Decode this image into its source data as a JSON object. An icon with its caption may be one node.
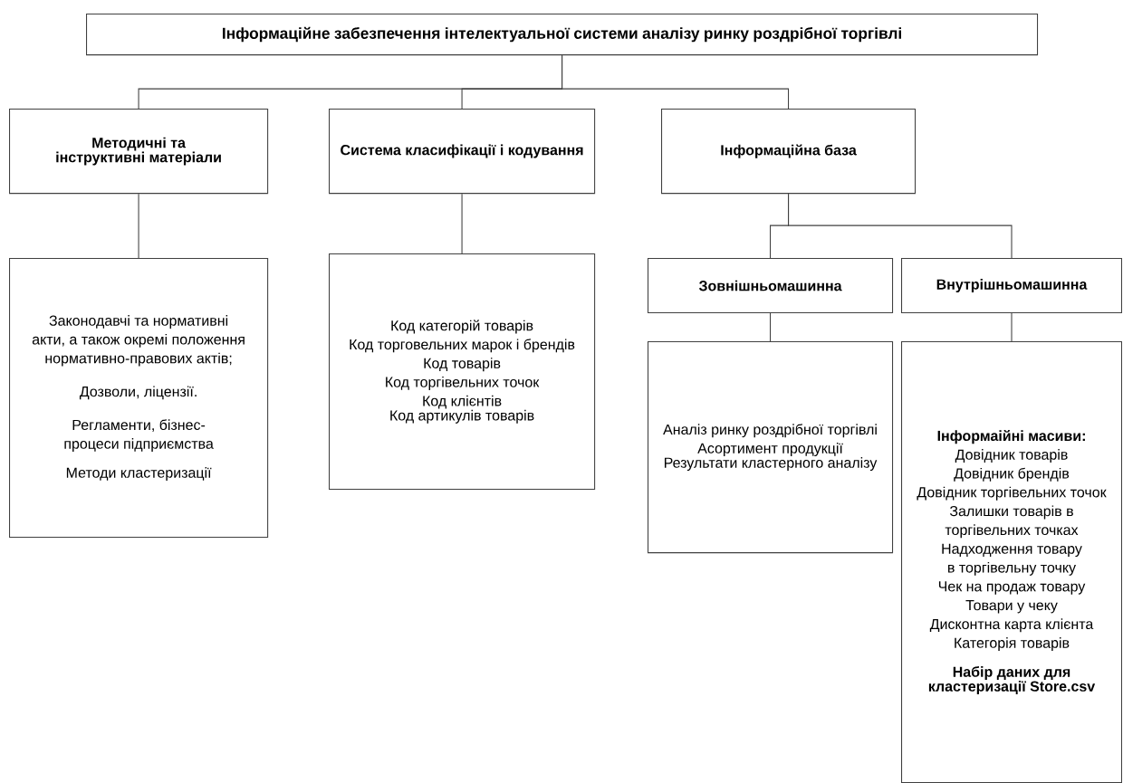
{
  "diagram": {
    "nodes": [
      {
        "text": [
          "Інформаційне забезпечення інтелектуальної системи аналізу ринку роздрібної торгівлі"
        ]
      },
      {
        "text": [
          "Методичні та інструктивні матеріали"
        ]
      },
      {
        "text": [
          "Система класифікації і кодування"
        ]
      },
      {
        "text": [
          "Інформаційна база"
        ]
      },
      {
        "text": [
          "Законодавчі та нормативні акти, а також окремі положення нормативно-правових актів;",
          "Дозволи, ліцензії.",
          "Регламенти, бізнес-процеси підприємства",
          "Методи кластеризації"
        ]
      },
      {
        "text": [
          "Код категорій товарів",
          "Код торговельних марок і брендів",
          "Код товарів",
          "Код торгівельних точок",
          "Код клієнтів",
          "Код артикулів товарів"
        ]
      },
      {
        "text": [
          "Зовнішньомашинна"
        ]
      },
      {
        "text": [
          "Внутрішньомашинна"
        ]
      },
      {
        "text": [
          "Аналіз ринку роздрібної торгівлі",
          "Асортимент продукції",
          "Результати кластерного аналізу"
        ]
      },
      {
        "text": [
          "Інформаійні масиви:",
          "Довідник товарів",
          "Довідник брендів",
          "Довідник торгівельних точок",
          "Залишки товарів в торгівельних точках",
          "Надходження товару в торгівельну точку",
          "Чек на продаж товару",
          "Товари у чеку",
          "Дисконтна карта клієнта",
          "Категорія товарів",
          "Набір даних для кластеризації Store.csv"
        ]
      }
    ],
    "edges": [
      {
        "from": 0,
        "to": 1,
        "arrow": "none"
      },
      {
        "from": 0,
        "to": 2,
        "arrow": "none"
      },
      {
        "from": 0,
        "to": 3,
        "arrow": "none"
      },
      {
        "from": 1,
        "to": 4,
        "arrow": "none"
      },
      {
        "from": 2,
        "to": 5,
        "arrow": "none"
      },
      {
        "from": 3,
        "to": 6,
        "arrow": "none"
      },
      {
        "from": 3,
        "to": 7,
        "arrow": "none"
      },
      {
        "from": 6,
        "to": 8,
        "arrow": "none"
      },
      {
        "from": 7,
        "to": 9,
        "arrow": "none"
      }
    ]
  }
}
